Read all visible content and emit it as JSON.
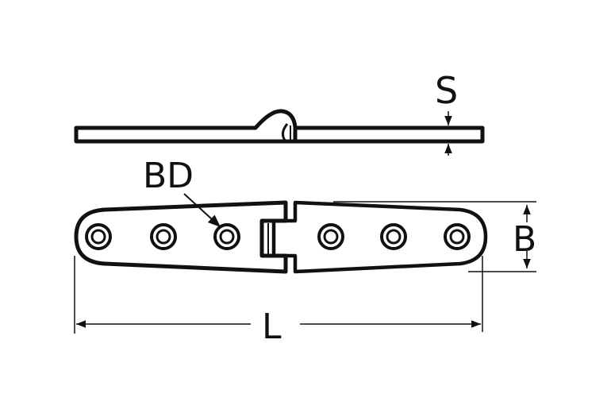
{
  "diagram": {
    "subject": "strap hinge technical drawing",
    "views": [
      "side-view",
      "top-view"
    ],
    "line_color": "#111111",
    "background": "#ffffff",
    "labels": {
      "thickness": "S",
      "bore_diameter": "BD",
      "width": "B",
      "length": "L"
    },
    "holes_per_leaf": 3,
    "leaves": 2
  }
}
